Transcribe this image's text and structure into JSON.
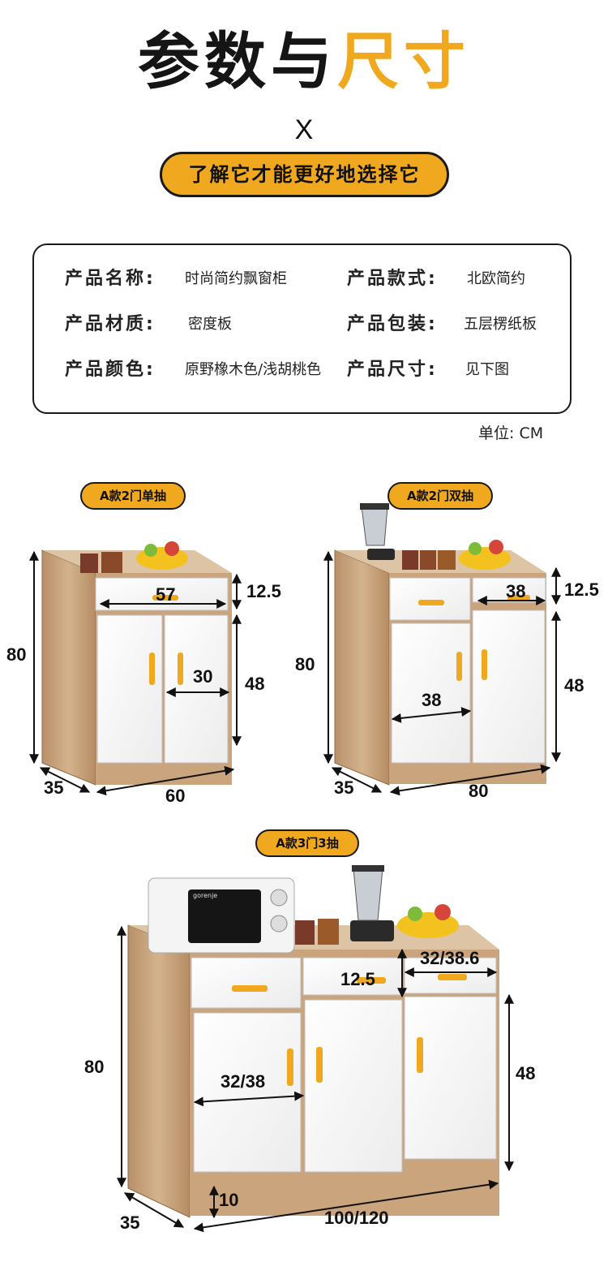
{
  "header": {
    "title_part1": "参数与",
    "title_part2": "尺寸",
    "x_mark": "X",
    "subtitle": "了解它才能更好地选择它"
  },
  "specs": {
    "rows": [
      {
        "label_left": "产品名称:",
        "value_left": "时尚简约飘窗柜",
        "label_right": "产品款式:",
        "value_right": "北欧简约"
      },
      {
        "label_left": "产品材质:",
        "value_left": "密度板",
        "label_right": "产品包装:",
        "value_right": "五层楞纸板"
      },
      {
        "label_left": "产品颜色:",
        "value_left": "原野橡木色/浅胡桃色",
        "label_right": "产品尺寸:",
        "value_right": "见下图"
      }
    ],
    "unit": "单位: CM"
  },
  "variants": [
    {
      "name": "A款2门单抽",
      "dims": {
        "height": "80",
        "depth": "35",
        "width": "60",
        "drawer_width": "57",
        "drawer_height": "12.5",
        "door_width": "30",
        "door_height": "48"
      }
    },
    {
      "name": "A款2门双抽",
      "dims": {
        "height": "80",
        "depth": "35",
        "width": "80",
        "drawer_width": "38",
        "drawer_height": "12.5",
        "door_width": "38",
        "door_height": "48"
      }
    },
    {
      "name": "A款3门3抽",
      "dims": {
        "height": "80",
        "depth": "35",
        "width": "100/120",
        "drawer_width": "32/38.6",
        "drawer_height": "12.5",
        "door_width": "32/38",
        "door_height": "48",
        "base_height": "10"
      }
    }
  ],
  "appliance_brand": "gorenje",
  "colors": {
    "accent": "#f0a91e",
    "wood": "#c9a57e",
    "wood_dark": "#a9825a",
    "door": "#ffffff",
    "outline": "#1a1a1a"
  }
}
